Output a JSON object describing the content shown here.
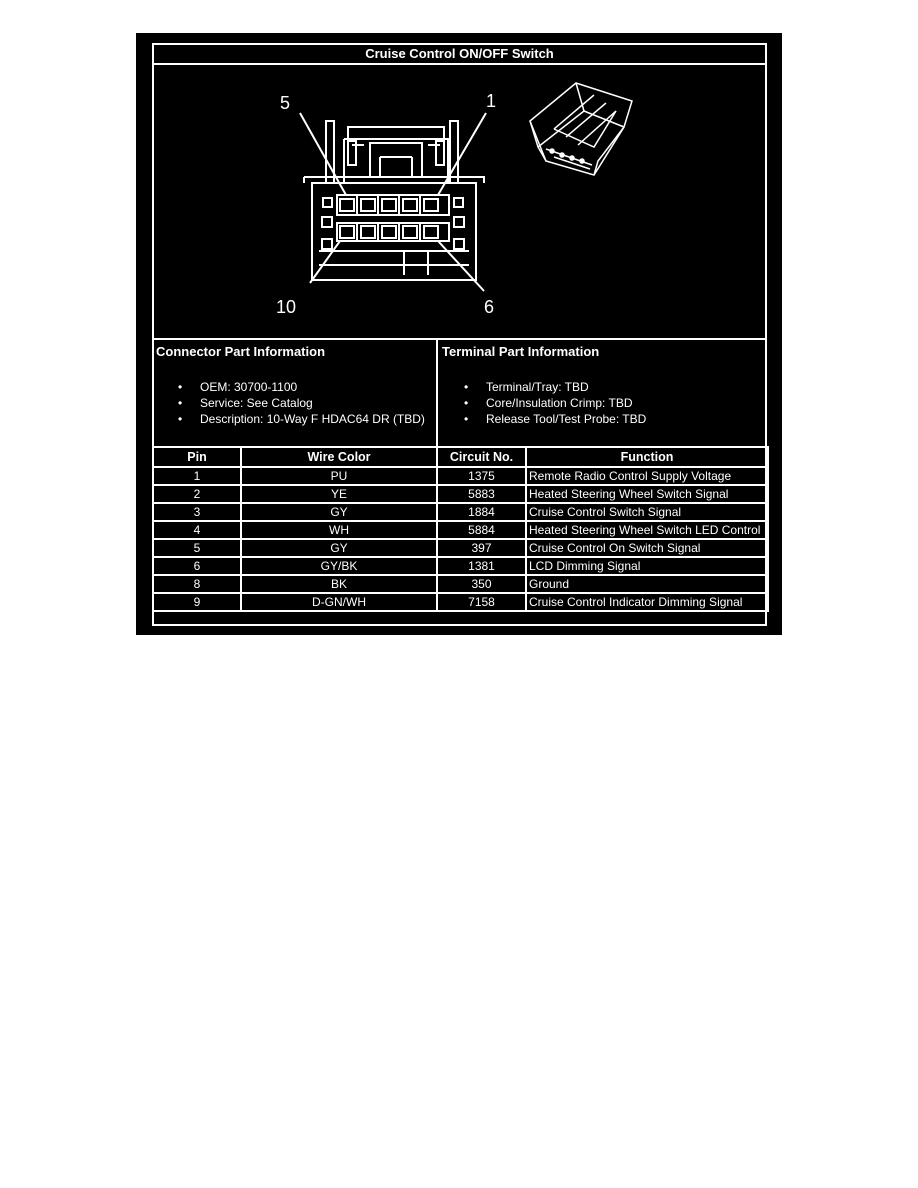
{
  "title": "Cruise Control ON/OFF Switch",
  "diagram": {
    "pin_labels": {
      "top_left": "5",
      "top_right": "1",
      "bottom_left": "10",
      "bottom_right": "6"
    }
  },
  "connector_info": {
    "heading": "Connector Part Information",
    "items": [
      "OEM: 30700-1100",
      "Service: See Catalog",
      "Description: 10-Way F HDAC64 DR (TBD)"
    ]
  },
  "terminal_info": {
    "heading": "Terminal Part Information",
    "items": [
      "Terminal/Tray: TBD",
      "Core/Insulation Crimp: TBD",
      "Release Tool/Test Probe: TBD"
    ]
  },
  "table": {
    "headers": [
      "Pin",
      "Wire Color",
      "Circuit No.",
      "Function"
    ],
    "rows": [
      [
        "1",
        "PU",
        "1375",
        "Remote Radio Control Supply Voltage"
      ],
      [
        "2",
        "YE",
        "5883",
        "Heated Steering Wheel Switch Signal"
      ],
      [
        "3",
        "GY",
        "1884",
        "Cruise Control Switch Signal"
      ],
      [
        "4",
        "WH",
        "5884",
        "Heated Steering Wheel Switch LED Control"
      ],
      [
        "5",
        "GY",
        "397",
        "Cruise Control On Switch Signal"
      ],
      [
        "6",
        "GY/BK",
        "1381",
        "LCD Dimming Signal"
      ],
      [
        "8",
        "BK",
        "350",
        "Ground"
      ],
      [
        "9",
        "D-GN/WH",
        "7158",
        "Cruise Control Indicator Dimming Signal"
      ]
    ]
  }
}
